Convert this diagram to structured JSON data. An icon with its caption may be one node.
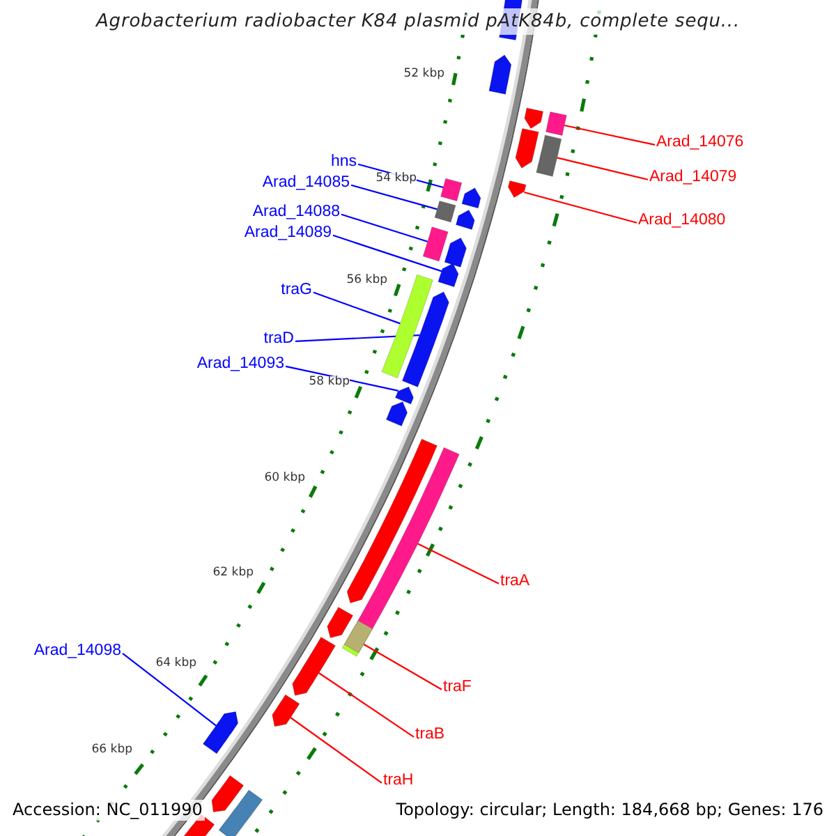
{
  "diagram": {
    "title": "Agrobacterium radiobacter K84 plasmid pAtK84b, complete sequ...",
    "nodes": [
      {
        "text": [
          "Arad_14076"
        ]
      },
      {
        "text": [
          "hns"
        ]
      },
      {
        "text": [
          "Arad_14079"
        ]
      },
      {
        "text": [
          "Arad_14085"
        ]
      },
      {
        "text": [
          "Arad_14088"
        ]
      },
      {
        "text": [
          "Arad_14080"
        ]
      },
      {
        "text": [
          "Arad_14089"
        ]
      },
      {
        "text": [
          "traG"
        ]
      },
      {
        "text": [
          "traD"
        ]
      },
      {
        "text": [
          "Arad_14093"
        ]
      },
      {
        "text": [
          "traA"
        ]
      },
      {
        "text": [
          "Arad_14098"
        ]
      },
      {
        "text": [
          "traF"
        ]
      },
      {
        "text": [
          "traB"
        ]
      },
      {
        "text": [
          "traH"
        ]
      },
      {
        "text": [],
        "shape": "bar"
      },
      {
        "text": [],
        "shape": "bar"
      },
      {
        "text": [],
        "shape": "bar"
      },
      {
        "text": [],
        "shape": "bar"
      },
      {
        "text": [],
        "shape": "bar"
      },
      {
        "text": [],
        "shape": "arrow"
      },
      {
        "text": [],
        "shape": "arrow"
      },
      {
        "text": [],
        "shape": "bar"
      },
      {
        "text": [],
        "shape": "arrow"
      },
      {
        "text": [],
        "shape": "arrow"
      },
      {
        "text": [],
        "shape": "bar"
      },
      {
        "text": [],
        "shape": "arrow"
      },
      {
        "text": [],
        "shape": "bar"
      },
      {
        "text": [],
        "shape": "arrow"
      },
      {
        "text": [],
        "shape": "arrow"
      },
      {
        "text": [],
        "shape": "arrow"
      },
      {
        "text": [],
        "shape": "arrow"
      },
      {
        "text": [],
        "shape": "arrow"
      },
      {
        "text": [],
        "shape": "arrow"
      },
      {
        "text": [],
        "shape": "arrow"
      },
      {
        "text": [],
        "shape": "arrow"
      },
      {
        "text": [],
        "shape": "arrow"
      },
      {
        "text": [],
        "shape": "arrow"
      },
      {
        "text": [],
        "shape": "arrow"
      },
      {
        "text": [],
        "shape": "arrow"
      },
      {
        "text": [],
        "shape": "arrow"
      },
      {
        "text": [],
        "shape": "arrow"
      },
      {
        "text": [],
        "shape": "bar"
      },
      {
        "text": [],
        "shape": "bar"
      }
    ],
    "edges": [
      {
        "from": 0,
        "to": 15,
        "arrow": "none",
        "color": "#ff0000"
      },
      {
        "from": 1,
        "to": 16,
        "arrow": "none"
      },
      {
        "from": 2,
        "to": 17,
        "arrow": "none",
        "color": "#ff0000"
      },
      {
        "from": 3,
        "to": 18,
        "arrow": "none"
      },
      {
        "from": 4,
        "to": 19,
        "arrow": "none"
      },
      {
        "from": 5,
        "to": 20,
        "arrow": "none",
        "color": "#ff0000"
      },
      {
        "from": 6,
        "to": 21,
        "arrow": "none"
      },
      {
        "from": 7,
        "to": 22,
        "arrow": "none"
      },
      {
        "from": 8,
        "to": 23,
        "arrow": "none"
      },
      {
        "from": 9,
        "to": 24,
        "arrow": "none"
      },
      {
        "from": 10,
        "to": 25,
        "arrow": "none",
        "color": "#ff0000"
      },
      {
        "from": 11,
        "to": 26,
        "arrow": "none"
      },
      {
        "from": 12,
        "to": 27,
        "arrow": "none",
        "color": "#ff0000"
      },
      {
        "from": 13,
        "to": 28,
        "arrow": "none",
        "color": "#ff0000"
      },
      {
        "from": 14,
        "to": 29,
        "arrow": "none",
        "color": "#ff0000"
      }
    ],
    "labels": [
      "52 kbp",
      "54 kbp",
      "56 kbp",
      "58 kbp",
      "60 kbp",
      "62 kbp",
      "64 kbp",
      "66 kbp",
      "Accession: NC_011990",
      "Topology: circular; Length: 184,668 bp; Genes: 176"
    ]
  }
}
